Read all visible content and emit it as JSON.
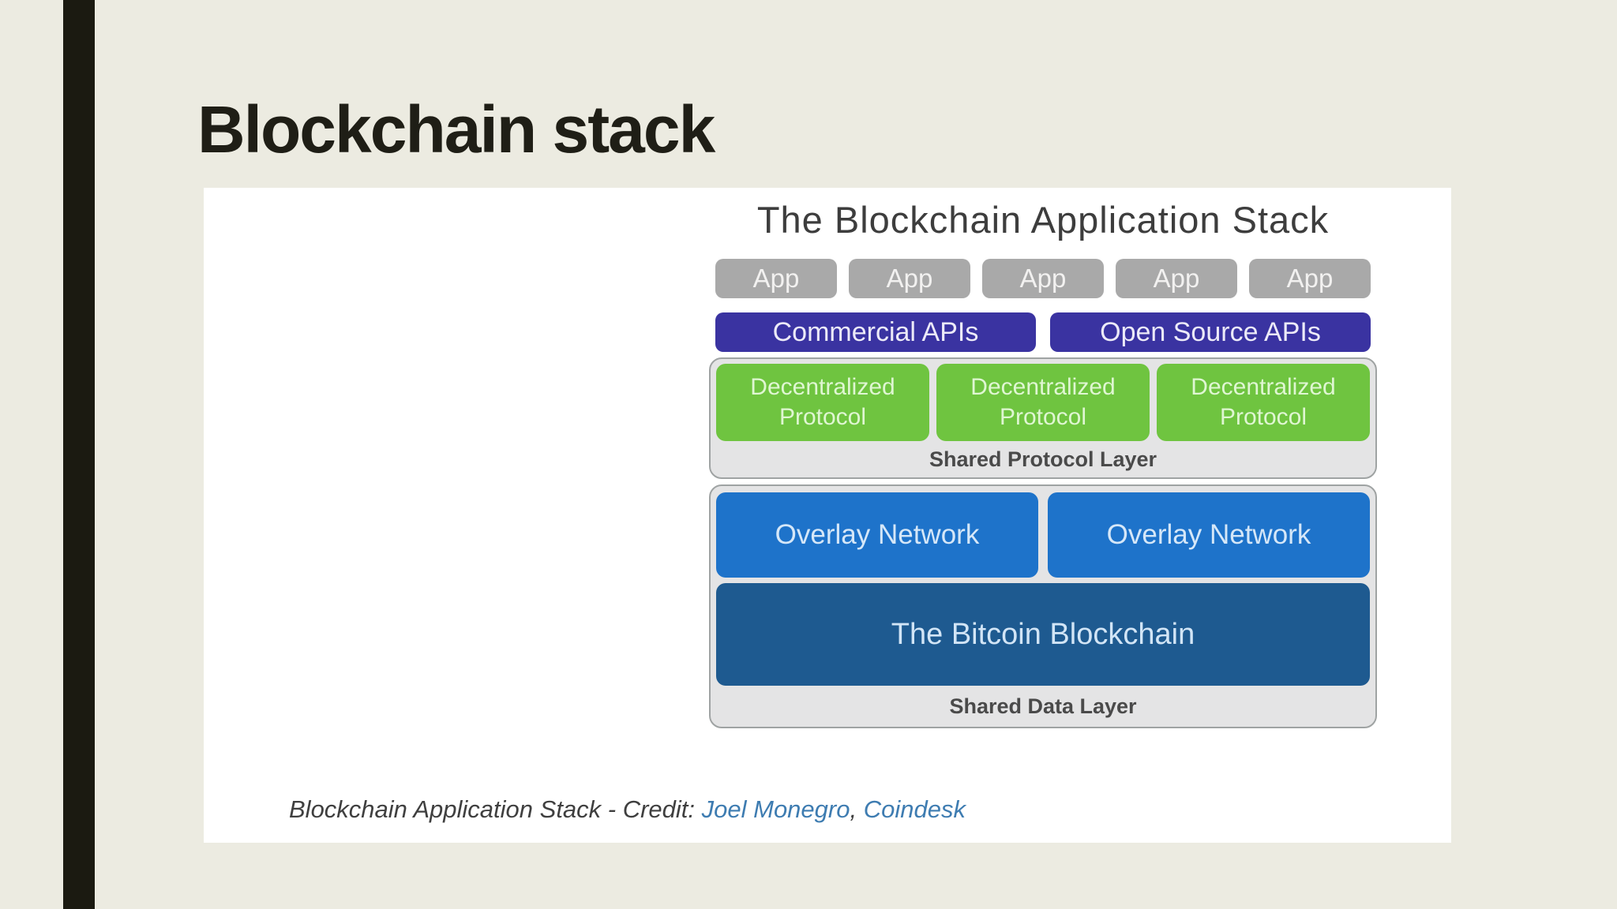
{
  "slide": {
    "title": "Blockchain stack",
    "background_color": "#ECEBE1",
    "accent_bar_color": "#1B1A11"
  },
  "figure": {
    "title": "The Blockchain Application Stack",
    "app_boxes": [
      "App",
      "App",
      "App",
      "App",
      "App"
    ],
    "api_boxes": [
      "Commercial APIs",
      "Open Source APIs"
    ],
    "protocol_layer": {
      "boxes": [
        "Decentralized Protocol",
        "Decentralized Protocol",
        "Decentralized Protocol"
      ],
      "label": "Shared Protocol Layer"
    },
    "data_layer": {
      "overlay_boxes": [
        "Overlay Network",
        "Overlay Network"
      ],
      "blockchain_box": "The Bitcoin Blockchain",
      "label": "Shared Data Layer"
    },
    "colors": {
      "app_gray": "#A9A9A9",
      "api_indigo": "#3A33A1",
      "protocol_green": "#6FC440",
      "overlay_blue": "#1E73CA",
      "blockchain_navy": "#1E5A90",
      "layer_container_gray": "#E4E4E5"
    }
  },
  "caption": {
    "prefix": "Blockchain Application Stack - Credit: ",
    "link1": "Joel Monegro",
    "separator": ", ",
    "link2": "Coindesk",
    "link_color": "#3E7CB1"
  }
}
